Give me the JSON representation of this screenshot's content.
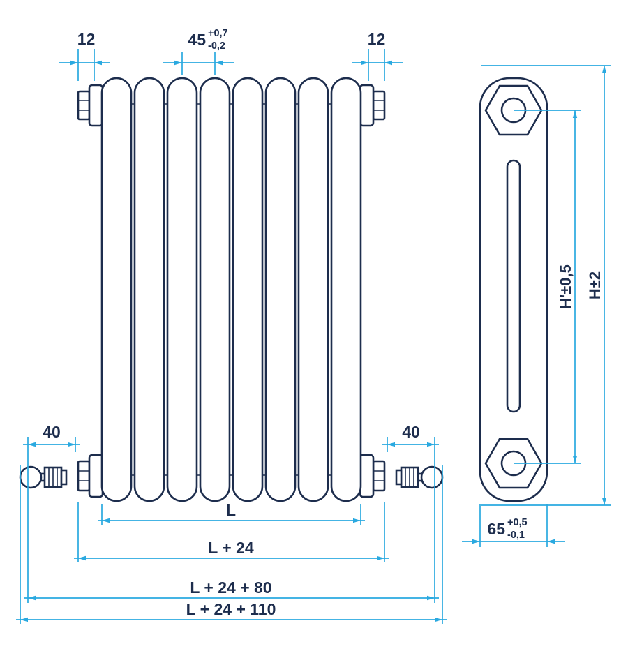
{
  "drawing": {
    "colors": {
      "outline": "#1d2d4d",
      "dimension_line": "#2aa9e0",
      "text": "#1d2d4d",
      "background": "#ffffff"
    }
  },
  "dims": {
    "plug_left": "12",
    "pitch": "45",
    "pitch_tol_plus": "+0,7",
    "pitch_tol_minus": "-0,2",
    "plug_right": "12",
    "valve_left": "40",
    "valve_right": "40",
    "length": "L",
    "length_plus_24": "L + 24",
    "length_plus_24_80": "L + 24 + 80",
    "length_plus_24_110": "L + 24 + 110",
    "height_axis": "H'±0,5",
    "height_overall": "H±2",
    "depth": "65",
    "depth_tol_plus": "+0,5",
    "depth_tol_minus": "-0,1"
  }
}
